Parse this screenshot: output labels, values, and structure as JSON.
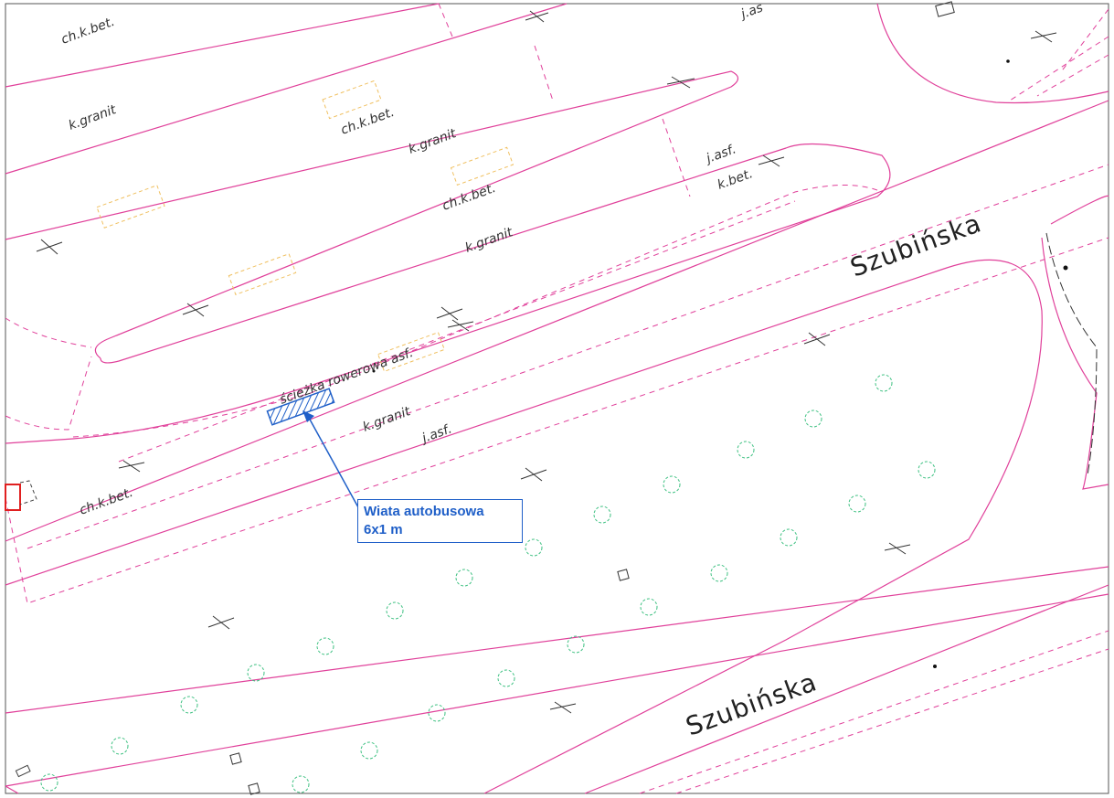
{
  "map": {
    "street_labels": [
      "Szubińska",
      "Szubińska"
    ],
    "surface_labels": {
      "ch_k_bet_1": "ch.k.bet.",
      "ch_k_bet_2": "ch.k.bet.",
      "ch_k_bet_3": "ch.k.bet.",
      "ch_k_bet_4": "ch.k.bet.",
      "k_granit_1": "k.granit",
      "k_granit_2": "k.granit",
      "k_granit_3": "k.granit",
      "k_granit_4": "k.granit",
      "j_asf_1": "j.asf.",
      "j_asf_2": "j.asf.",
      "j_asf_top": "j.as",
      "k_bet": "k.bet.",
      "path": "ścieżka rowerowa asf."
    },
    "callout": {
      "line1": "Wiata autobusowa",
      "line2": "6x1 m"
    },
    "colors": {
      "road_lines": "#e0409a",
      "callout": "#1f5fc8",
      "trees": "#3cc080",
      "existing_lots": "#f0c060"
    }
  }
}
